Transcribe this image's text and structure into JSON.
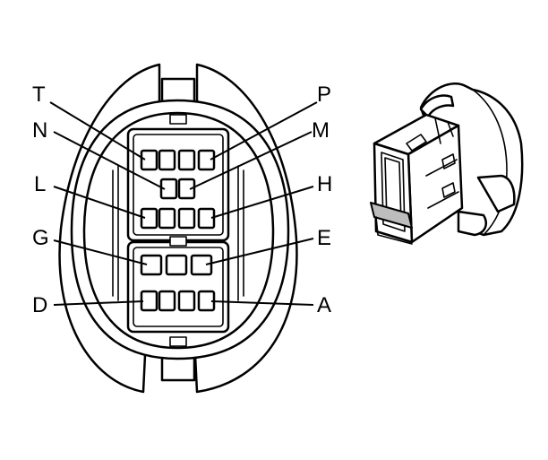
{
  "connector_face": {
    "pin_labels": {
      "T": "T",
      "N": "N",
      "L": "L",
      "G": "G",
      "D": "D",
      "P": "P",
      "M": "M",
      "H": "H",
      "E": "E",
      "A": "A"
    }
  }
}
